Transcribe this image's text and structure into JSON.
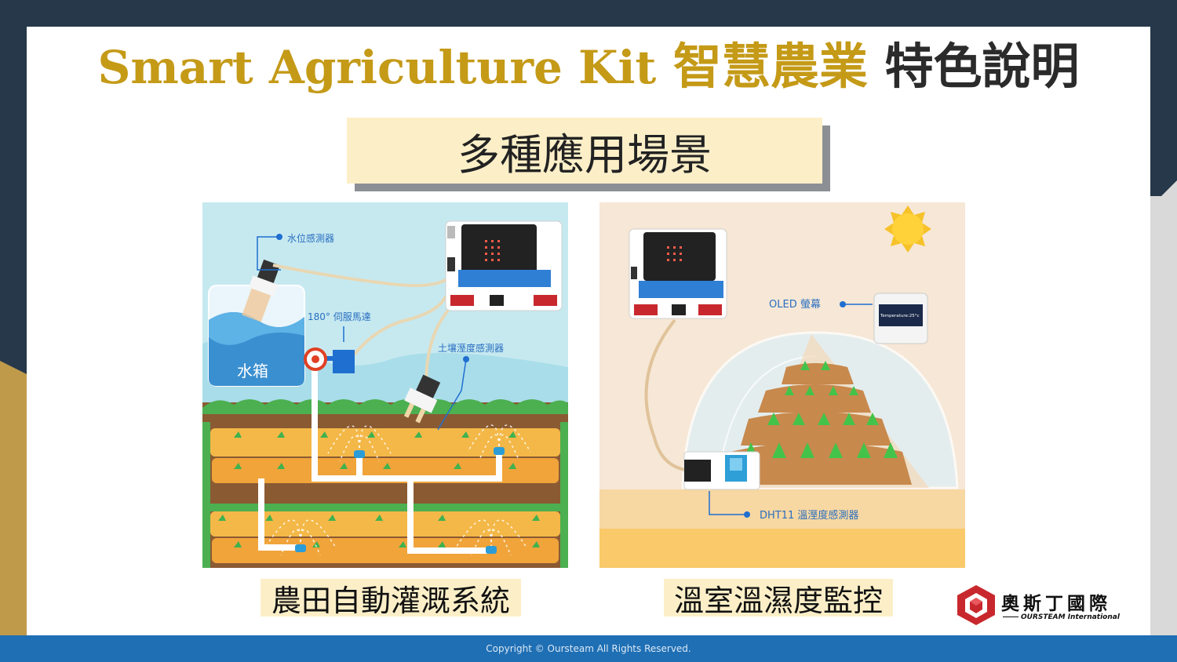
{
  "slide": {
    "title_en": "Smart Agriculture Kit",
    "title_zh_highlight": "智慧農業",
    "title_zh": "特色說明",
    "subtitle": "多種應用場景"
  },
  "panel_irrigation": {
    "caption": "農田自動灌溉系統",
    "labels": {
      "water_level_sensor": "水位感測器",
      "servo": "180° 伺服馬達",
      "soil_sensor": "土壤溼度感測器",
      "tank": "水箱"
    }
  },
  "panel_greenhouse": {
    "caption": "溫室溫濕度監控",
    "labels": {
      "oled": "OLED 螢幕",
      "oled_screen_text": "Temperature:25°c",
      "dht11": "DHT11 溫溼度感測器"
    }
  },
  "logo": {
    "name_zh": "奧斯丁國際",
    "name_en": "OURSTEAM International"
  },
  "footer": {
    "copyright": "Copyright © Oursteam All Rights Reserved."
  },
  "colors": {
    "background": "#26384a",
    "gold": "#c49a17",
    "highlight": "#fcefc8",
    "footer": "#1f6fb4",
    "logo_red": "#c8282d"
  }
}
